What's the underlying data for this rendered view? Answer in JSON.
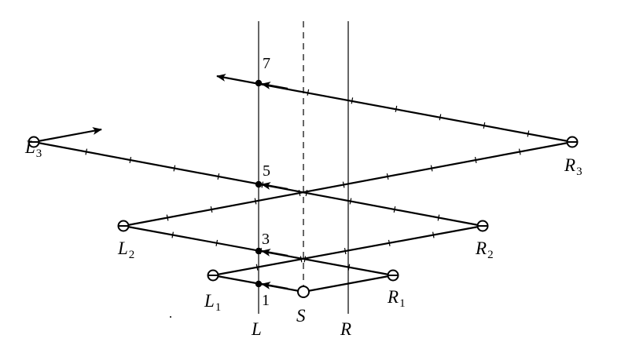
{
  "diagram": {
    "vertical_lines": [
      {
        "id": "L",
        "label": "L"
      },
      {
        "id": "S",
        "label": "S"
      },
      {
        "id": "R",
        "label": "R"
      }
    ],
    "mirror_points": [
      {
        "id": "L1",
        "letter": "L",
        "index": "1"
      },
      {
        "id": "R1",
        "letter": "R",
        "index": "1"
      },
      {
        "id": "L2",
        "letter": "L",
        "index": "2"
      },
      {
        "id": "R2",
        "letter": "R",
        "index": "2"
      },
      {
        "id": "L3",
        "letter": "L",
        "index": "3"
      },
      {
        "id": "R3",
        "letter": "R",
        "index": "3"
      }
    ],
    "crossing_labels": [
      "1",
      "3",
      "5",
      "7"
    ]
  }
}
